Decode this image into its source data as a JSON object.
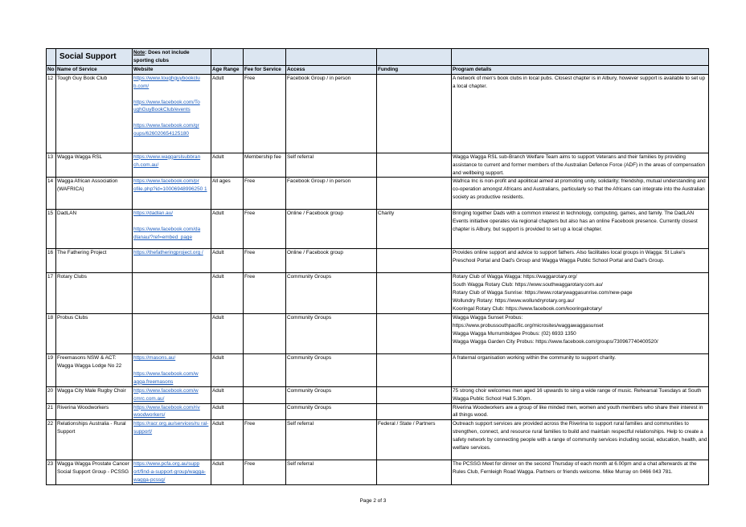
{
  "section_title": "Social Support",
  "note_label": "Note",
  "note_text": ": Does not include sporting clubs",
  "headers": [
    "No",
    "Name of Service",
    "Website",
    "Age Range",
    "Fee for Service",
    "Access",
    "Funding",
    "Program details"
  ],
  "rows": [
    {
      "no": "12",
      "name": "Tough Guy Book Club",
      "web": [
        "https://www.toughguybookclu b.com/",
        "https://www.facebook.com/To ughGuyBookClub/events",
        "https://www.facebook.com/gr oups/626020654125180"
      ],
      "age": "Adult",
      "fee": "Free",
      "access": "Facebook Group / in person",
      "funding": "",
      "details": [
        "A network of men's book clubs in local pubs. Closest chapter is in Albury, however support is available to set up a local chapter."
      ]
    },
    {
      "no": "13",
      "name": "Wagga Wagga RSL",
      "web": [
        "https://www.waggarslsubbran ch.com.au/"
      ],
      "age": "Adult",
      "fee": "Membership fee",
      "access": "Self referral",
      "funding": "",
      "details": [
        "Wagga Wagga RSL sub-Branch Welfare Team aims to support Veterans and their families by providing assistance to current and former members of the Australian Defence Force (ADF) in the areas of compensation and wellbeing support."
      ]
    },
    {
      "no": "14",
      "name": "Wagga African Association (WAFRICA)",
      "web": [
        "https://www.facebook.com/pr ofile.php?id=10006948996250 1"
      ],
      "age": "All ages",
      "fee": "Free",
      "access": "Facebook Group / in person",
      "funding": "",
      "details": [
        "Wafrica Inc is non-profit and apolitical aimed at promoting unity, solidarity; friendship, mutual understanding and co-operation amongst Africans and Australians, particularly so that the Africans can integrate into the Australian society as productive residents."
      ]
    },
    {
      "no": "15",
      "name": "DadLAN",
      "web": [
        "https://dadlan.au/",
        "https://www.facebook.com/da dlanau/?ref=embed_page"
      ],
      "age": "Adult",
      "fee": "Free",
      "access": "Online / Facebook group",
      "funding": "Charity",
      "details": [
        "Bringing together Dads with a common interest in technology, computing, games, and family. The DadLAN Events initiative operates via regional chapters but also has an online Facebook presence. Currently closest chapter is Albury, but support is provided to set up a local chapter."
      ]
    },
    {
      "no": "16",
      "name": "The Fathering Project",
      "web": [
        "https://thefatheringproject.org /"
      ],
      "age": "Adult",
      "fee": "Free",
      "access": "Online / Facebook group",
      "funding": "",
      "details": [
        "Provides online support and advice to support fathers. Also facilitates local groups in Wagga: St Luke's Preschool Portal and Dad's Group and Wagga Wagga Public School Portal and Dad's Group."
      ]
    },
    {
      "no": "17",
      "name": "Rotary Clubs",
      "web": [],
      "age": "Adult",
      "fee": "Free",
      "access": "Community Groups",
      "funding": "",
      "details": [
        "Rotary Club of Wagga Wagga: https://waggarotary.org/",
        "South Wagga Rotary Club: https://www.southwaggarotary.com.au/",
        "Rotary Club of Wagga Sunrise: https://www.rotarywaggasunrise.com/new-page",
        "Wollundry Rotary: https://www.wollundryrotary.org.au/",
        "Kooringal Rotary Club: https://www.facebook.com/kooringalrotary/"
      ]
    },
    {
      "no": "18",
      "name": "Probus Clubs",
      "web": [],
      "age": "Adult",
      "fee": "",
      "access": "Community Groups",
      "funding": "",
      "details": [
        "Wagga Wagga Sunset Probus:",
        "https://www.probussouthpacific.org/microsites/waggawaggasunset",
        "Wagga Wagga Murrumbidgee Probus: (02) 6933 1350",
        "Wagga Wagga Garden City Probus: https://www.facebook.com/groups/730967740400520/"
      ]
    },
    {
      "no": "19",
      "name": "Freemasons NSW & ACT: Wagga Wagga Lodge No 22",
      "web": [
        "https://masons.au/",
        "https://www.facebook.com/w agga.freemasons"
      ],
      "age": "Adult",
      "fee": "",
      "access": "Community Groups",
      "funding": "",
      "details": [
        "A fraternal organisation working within the community to support charity."
      ]
    },
    {
      "no": "20",
      "name": "Wagga City Male Rugby Choir",
      "web": [
        "https://www.facebook.com/w cmrc.com.au/"
      ],
      "age": "Adult",
      "fee": "",
      "access": "Community Groups",
      "funding": "",
      "details": [
        "75 strong choir welcomes men aged 16 upwards to sing a wide range of music. Rehearsal Tuesdays at South Wagga Public School Hall 5.30pm."
      ]
    },
    {
      "no": "21",
      "name": "Riverina Woodworkers",
      "web": [
        "https://www.facebook.com/riv woodworkers/"
      ],
      "age": "Adult",
      "fee": "",
      "access": "Community Groups",
      "funding": "",
      "details": [
        "Riverina Woodworkers are a group of like minded men, women and youth members who share their interest in all things wood."
      ]
    },
    {
      "no": "22",
      "name": "Relationships Australia - Rural Support",
      "web": [
        "https://racr.org.au/services/ru ral-support/"
      ],
      "age": "Adult",
      "fee": "Free",
      "access": "Self referral",
      "funding": "Federal / State / Partners",
      "details": [
        "Outreach support services are provided across the Riverina to support rural families and communities to strengthen, connect, and resource rural families to build and maintain respectful relationships. Help to create a safety network by connecting people with a range of community services including social, education, health, and welfare services."
      ]
    },
    {
      "no": "23",
      "name": "Wagga Wagga Prostate Cancer Social Support Group - PCSSG",
      "web": [
        "https://www.pcfa.org.au/supp ort/find-a-support-group/wagga-wagga-pcssg/"
      ],
      "age": "Adult",
      "fee": "Free",
      "access": "Self referral",
      "funding": "",
      "details": [
        "The PCSSG Meet for dinner on the second Thursday of each month at 6.00pm and a chat afterwards at the Rules Club, Fernleigh Road Wagga. Partners or friends welcome. Mike Murray on 0466 043 781."
      ]
    }
  ],
  "footer": "Page 2 of 3"
}
